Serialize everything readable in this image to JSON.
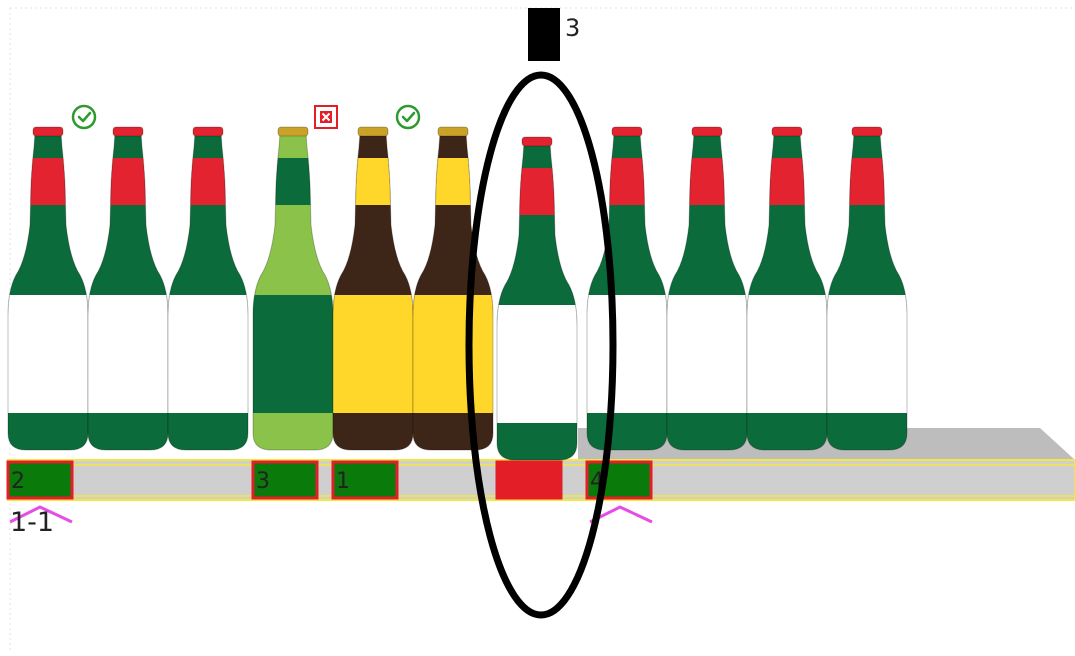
{
  "colors": {
    "green": "#0b6b3a",
    "red": "#e42330",
    "lime": "#8bc34a",
    "brown": "#3d2618",
    "yellow": "#ffd62a",
    "gold": "#c9a227",
    "shelf": "#cfcfcf",
    "shelf_top": "#bdbdbd",
    "shelf_outline": "#f4e742",
    "marker_green": "#0a7a0a",
    "marker_border": "#e41e26",
    "magenta": "#e64ce6",
    "check": "#2e9a2e"
  },
  "focus": {
    "label": "3"
  },
  "bottles": [
    {
      "kind": "green-red"
    },
    {
      "kind": "green-red"
    },
    {
      "kind": "green-red"
    },
    {
      "kind": "lime"
    },
    {
      "kind": "brown-yellow"
    },
    {
      "kind": "brown-yellow"
    },
    {
      "kind": "green-red"
    },
    {
      "kind": "green-red"
    },
    {
      "kind": "green-red"
    },
    {
      "kind": "green-red"
    },
    {
      "kind": "green-red"
    }
  ],
  "status_icons": [
    {
      "icon": "check-circle-icon",
      "state": "ok"
    },
    {
      "icon": "x-box-icon",
      "state": "error"
    },
    {
      "icon": "check-circle-icon",
      "state": "ok"
    }
  ],
  "shelf_markers": [
    {
      "label": "2",
      "fill": "green"
    },
    {
      "label": "3",
      "fill": "green"
    },
    {
      "label": "1",
      "fill": "green"
    },
    {
      "label": "",
      "fill": "red"
    },
    {
      "label": "4",
      "fill": "green"
    }
  ],
  "position_label": "1-1"
}
